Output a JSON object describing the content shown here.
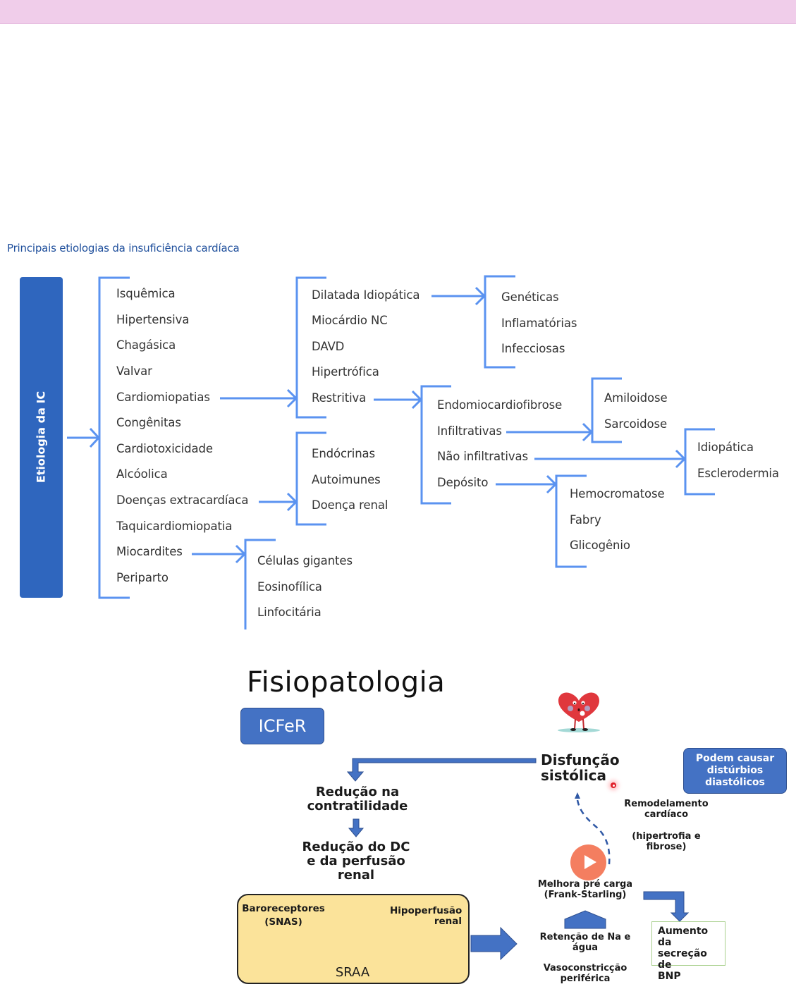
{
  "page": {
    "header_bar_color": "#f0cdea"
  },
  "etiologias": {
    "title": "Principais etiologias da insuficiência cardíaca",
    "root_label": "Etiologia da IC",
    "accent_color": "#2f66be",
    "line_color": "#5b93f0",
    "level1": [
      "Isquêmica",
      "Hipertensiva",
      "Chagásica",
      "Valvar",
      "Cardiomiopatias",
      "Congênitas",
      "Cardiotoxicidade",
      "Alcóolica",
      "Doenças extracardíaca",
      "Taquicardiomiopatia",
      "Miocardites",
      "Periparto"
    ],
    "cardiomiopatias": [
      "Dilatada Idiopática",
      "Miocárdio NC",
      "DAVD",
      "Hipertrófica",
      "Restritiva"
    ],
    "dilatada_idiopatica": [
      "Genéticas",
      "Inflamatórias",
      "Infecciosas"
    ],
    "restritiva": [
      "Endomiocardiofibrose",
      "Infiltrativas",
      "Não infiltrativas",
      "Depósito"
    ],
    "infiltrativas": [
      "Amiloidose",
      "Sarcoidose"
    ],
    "nao_infiltrativas": [
      "Idiopática",
      "Esclerodermia"
    ],
    "deposito": [
      "Hemocromatose",
      "Fabry",
      "Glicogênio"
    ],
    "doencas_extracardiacas": [
      "Endócrinas",
      "Autoimunes",
      "Doença renal"
    ],
    "miocardites": [
      "Células gigantes",
      "Eosinofílica",
      "Linfocitária"
    ]
  },
  "fisiopatologia": {
    "title": "Fisiopatologia",
    "badge": "ICFeR",
    "disfuncao": [
      "Disfunção",
      "sistólica"
    ],
    "reducao_contratilidade": [
      "Redução na",
      "contratilidade"
    ],
    "reducao_dc": [
      "Redução do DC",
      "e da perfusão",
      "renal"
    ],
    "baroreceptores": [
      "Baroreceptores",
      "(SNAS)"
    ],
    "hipoperfusao": [
      "Hipoperfusão",
      "renal"
    ],
    "sraa": "SRAA",
    "retencao": [
      "Retenção de Na e",
      "água"
    ],
    "vasoconstriccao": [
      "Vasoconstricção",
      "periférica"
    ],
    "melhora_pre_carga": [
      "Melhora pré carga",
      "(Frank-Starling)"
    ],
    "remodelamento": [
      "Remodelamento",
      "cardíaco"
    ],
    "remodelamento_detail": [
      "(hipertrofia e",
      "fibrose)"
    ],
    "note_box": [
      "Podem causar",
      "distúrbios",
      "diastólicos"
    ],
    "bnp_box": [
      "Aumento da",
      "secreção de",
      "BNP"
    ],
    "arrow_color": "#4472c4",
    "sraa_box_color": "#fbe39a",
    "play_button_color": "#f47e60"
  }
}
